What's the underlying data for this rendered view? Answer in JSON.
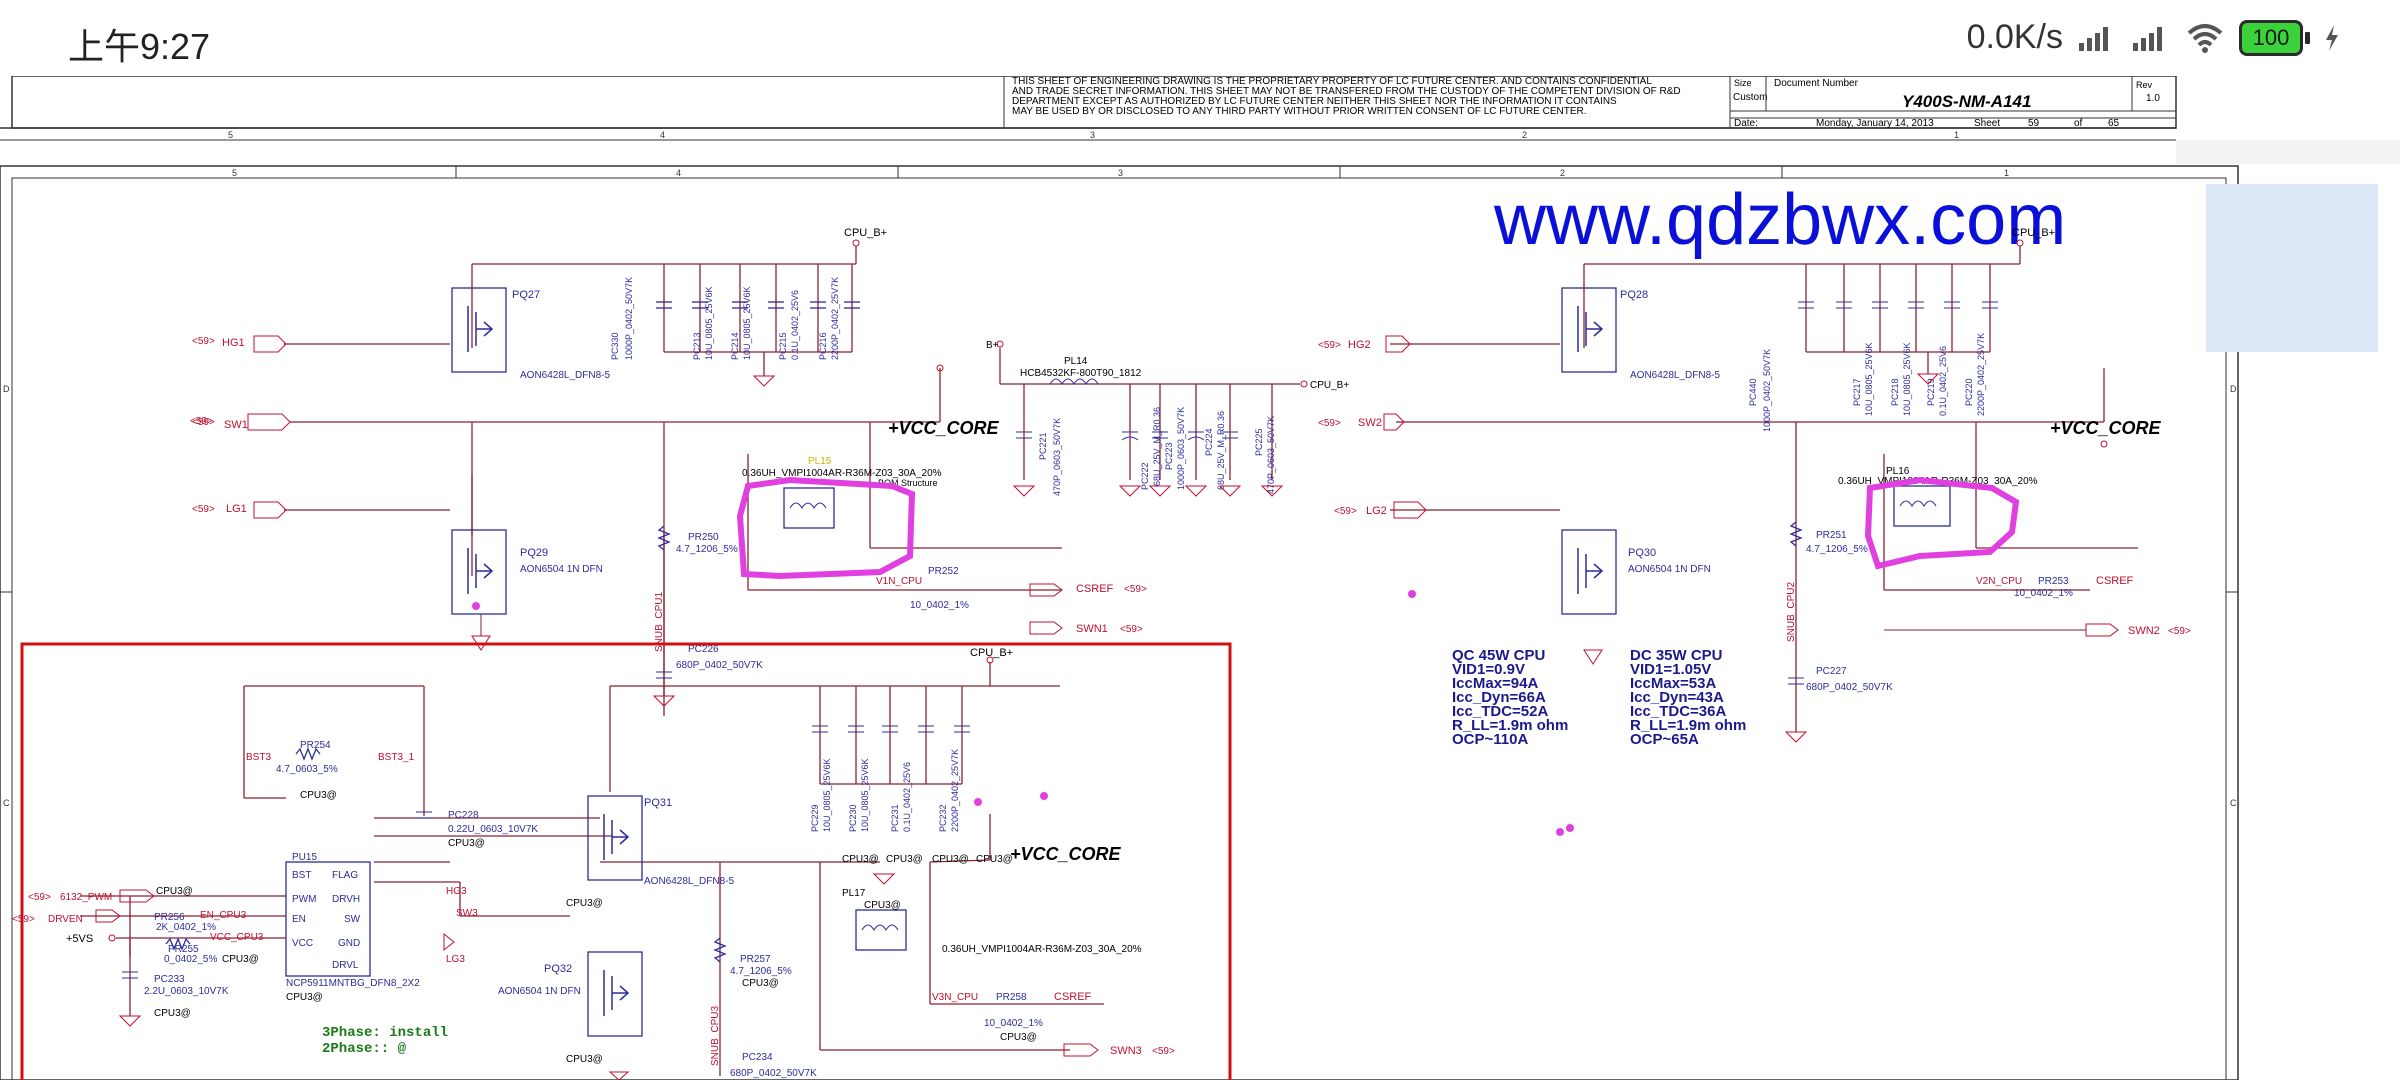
{
  "status_bar": {
    "time": "上午9:27",
    "net_speed": "0.0K/s",
    "battery": "100"
  },
  "top_sheet": {
    "confidential": [
      "THIS SHEET OF ENGINEERING DRAWING IS THE PROPRIETARY PROPERTY OF  LC FUTURE CENTER. AND CONTAINS CONFIDENTIAL",
      "AND TRADE SECRET INFORMATION. THIS SHEET MAY NOT BE TRANSFERED FROM THE CUSTODY OF THE COMPETENT DIVISION OF R&D",
      "DEPARTMENT EXCEPT AS AUTHORIZED BY LC FUTURE CENTER NEITHER THIS SHEET NOR THE INFORMATION IT CONTAINS",
      "MAY BE USED BY OR DISCLOSED TO ANY THIRD PARTY WITHOUT PRIOR WRITTEN CONSENT OF  LC FUTURE CENTER."
    ],
    "size_label": "Size",
    "size_value": "Custom",
    "doc_label": "Document Number",
    "doc_number": "Y400S-NM-A141",
    "rev_label": "Rev",
    "rev_value": "1.0",
    "date_label": "Date:",
    "date_value": "Monday, January 14, 2013",
    "sheet_label": "Sheet",
    "sheet_value": "59",
    "of_label": "of",
    "of_value": "65",
    "col_numbers": [
      "5",
      "4",
      "3",
      "2",
      "1"
    ]
  },
  "schematic": {
    "watermark": "www.qdzbwx.com",
    "col_numbers": [
      "5",
      "4",
      "3",
      "2",
      "1"
    ],
    "row_letters": [
      "D",
      "C"
    ],
    "cpu_b": "CPU_B+",
    "b_plus": "B+",
    "vcc_core": "+VCC_CORE",
    "hg1": "HG1",
    "sw1": "SW1",
    "lg1": "LG1",
    "hg2": "HG2",
    "sw2": "SW2",
    "lg2": "LG2",
    "sig59": "<59>",
    "pq27": "PQ27",
    "pq27_part": "AON6428L_DFN8-5",
    "pq29": "PQ29",
    "pq29_part": "AON6504 1N DFN",
    "pq28": "PQ28",
    "pq28_part": "AON6428L_DFN8-5",
    "pq30": "PQ30",
    "pq30_part": "AON6504 1N DFN",
    "pc330": "PC330",
    "pc330_v": "1000P_0402_50V7K",
    "pc213": "PC213",
    "pc213_v": "10U_0805_25V6K",
    "pc214": "PC214",
    "pc214_v": "10U_0805_25V6K",
    "pc215": "PC215",
    "pc215_v": "0.1U_0402_25V6",
    "pc216": "PC216",
    "pc216_v": "2200P_0402_25V7K",
    "pl15": "PL15",
    "pl15_v": "0.36UH_VMPI1004AR-R36M-Z03_30A_20%",
    "bom": "BOM Structure",
    "pr250": "PR250",
    "pr250_v": "4.7_1206_5%",
    "snub1": "SNUB_CPU1",
    "pc226": "PC226",
    "pc226_v": "680P_0402_50V7K",
    "v1n": "V1N_CPU",
    "pr252": "PR252",
    "pr252_v": "10_0402_1%",
    "csref": "CSREF",
    "swn1": "SWN1",
    "pl14": "PL14",
    "pl14_v": "HCB4532KF-800T90_1812",
    "pc221": "PC221",
    "pc221_v": "470P_0603_50V7K",
    "pc222": "PC222",
    "pc222_v": "68U_25V_M_R0.36",
    "pc223": "PC223",
    "pc223_v": "1000P_0603_50V7K",
    "pc224": "PC224",
    "pc224_v": "68U_25V_M_R0.36",
    "pc225": "PC225",
    "pc225_v": "470P_0603_50V7K",
    "pc440": "PC440",
    "pc440_v": "1000P_0402_50V7K",
    "pc217": "PC217",
    "pc217_v": "10U_0805_25V6K",
    "pc218": "PC218",
    "pc218_v": "10U_0805_25V6K",
    "pc219": "PC219",
    "pc219_v": "0.1U_0402_25V6",
    "pc220": "PC220",
    "pc220_v": "2200P_0402_25V7K",
    "pl16": "PL16",
    "pl16_v": "0.36UH_VMPI1004AR-R36M-Z03_30A_20%",
    "pr251": "PR251",
    "pr251_v": "4.7_1206_5%",
    "snub2": "SNUB_CPU2",
    "pc227": "PC227",
    "pc227_v": "680P_0402_50V7K",
    "v2n": "V2N_CPU",
    "pr253": "PR253",
    "pr253_v": "10_0402_1%",
    "swn2": "SWN2",
    "bst3": "BST3",
    "bst3_1": "BST3_1",
    "pr254": "PR254",
    "pr254_v": "4.7_0603_5%",
    "cpu3": "CPU3@",
    "pc228": "PC228",
    "pc228_v": "0.22U_0603_10V7K",
    "pwm": "6132_PWM",
    "drven": "DRVEN",
    "vs5": "+5VS",
    "pr256": "PR256",
    "pr256_v": "2K_0402_1%",
    "en_cpu3": "EN_CPU3",
    "vcc_cpu3": "VCC_CPU3",
    "pr255": "PR255",
    "pr255_v": "0_0402_5%",
    "pc233": "PC233",
    "pc233_v": "2.2U_0603_10V7K",
    "pu15": "PU15",
    "pu15_part": "NCP5911MNTBG_DFN8_2X2",
    "ic_pins_left": [
      "BST",
      "PWM",
      "EN",
      "VCC"
    ],
    "ic_pins_right": [
      "FLAG",
      "DRVH",
      "SW",
      "GND",
      "DRVL"
    ],
    "hg3": "HG3",
    "sw3": "SW3",
    "lg3": "LG3",
    "pq31": "PQ31",
    "pq31_part": "AON6428L_DFN8-5",
    "pq32": "PQ32",
    "pq32_part": "AON6504 1N DFN",
    "pc229": "PC229",
    "pc229_v": "10U_0805_25V6K",
    "pc230": "PC230",
    "pc230_v": "10U_0805_25V6K",
    "pc231": "PC231",
    "pc231_v": "0.1U_0402_25V6",
    "pc232": "PC232",
    "pc232_v": "2200P_0402_25V7K",
    "pl17": "PL17",
    "pl17_v": "0.36UH_VMPI1004AR-R36M-Z03_30A_20%",
    "pr257": "PR257",
    "pr257_v": "4.7_1206_5%",
    "snub3": "SNUB_CPU3",
    "pc234": "PC234",
    "pc234_v": "680P_0402_50V7K",
    "v3n": "V3N_CPU",
    "pr258": "PR258",
    "pr258_v": "10_0402_1%",
    "swn3": "SWN3",
    "phase3": "3Phase: install",
    "phase2": "2Phase:: @",
    "qc_spec": [
      "QC 45W CPU",
      "VID1=0.9V",
      "IccMax=94A",
      "Icc_Dyn=66A",
      "Icc_TDC=52A",
      "R_LL=1.9m ohm",
      "OCP~110A"
    ],
    "dc_spec": [
      "DC 35W CPU",
      "VID1=1.05V",
      "IccMax=53A",
      "Icc_Dyn=43A",
      "Icc_TDC=36A",
      "R_LL=1.9m ohm",
      "OCP~65A"
    ]
  },
  "colors": {
    "wire": "#8a2230",
    "component": "#2c2c9c",
    "pin": "#c01030",
    "annotation": "#e040e0",
    "watermark": "#0a10d8",
    "frame": "#d01010"
  }
}
